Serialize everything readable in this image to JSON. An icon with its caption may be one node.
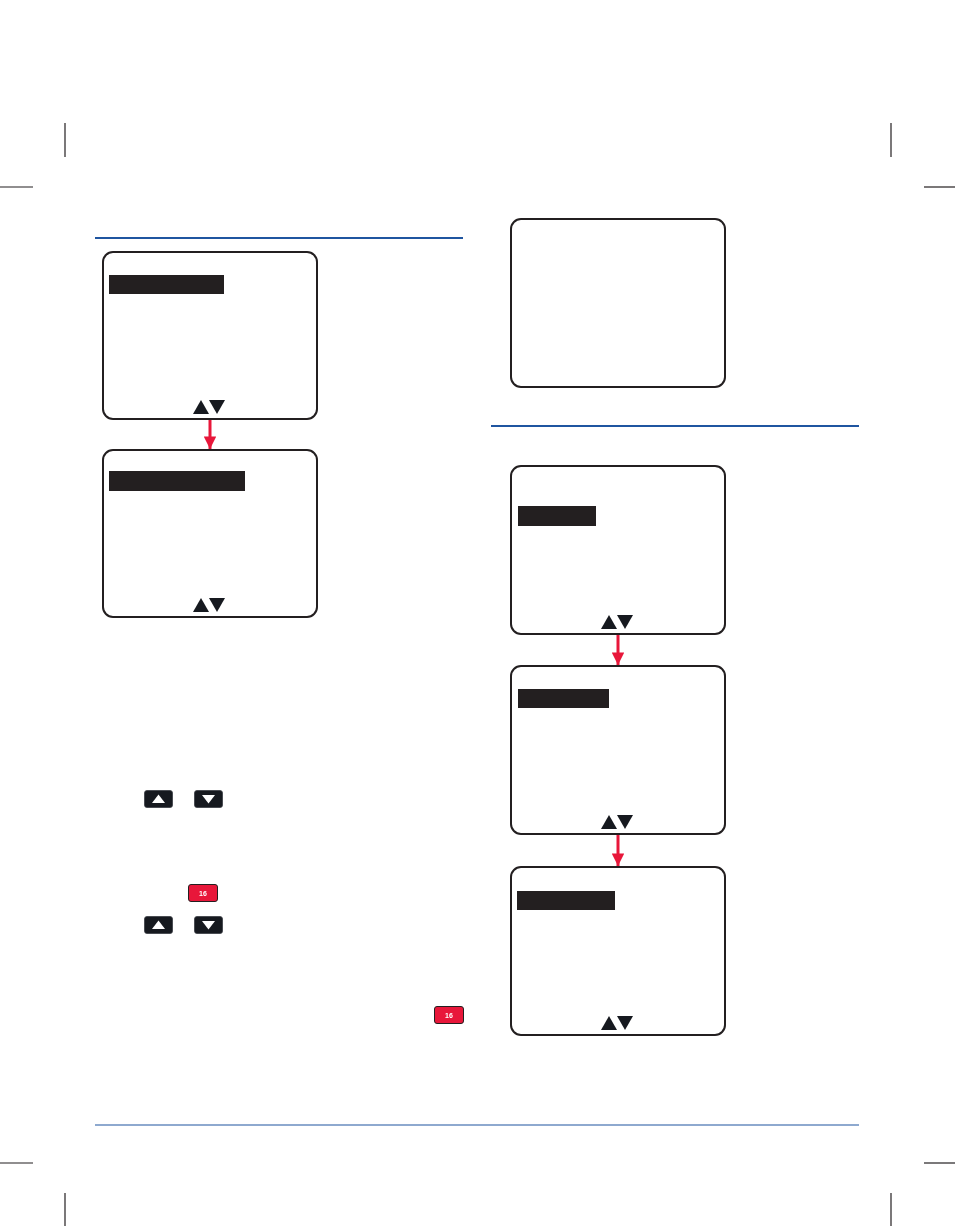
{
  "diagram": {
    "nodes": [
      {
        "text": [],
        "shape": "box"
      },
      {
        "text": [],
        "shape": "box"
      },
      {
        "text": [],
        "shape": "box"
      },
      {
        "text": [],
        "shape": "box"
      },
      {
        "text": [],
        "shape": "box"
      },
      {
        "text": [],
        "shape": "box"
      }
    ],
    "edges": [
      {
        "from": 0,
        "to": 1,
        "arrow": "to"
      },
      {
        "from": 3,
        "to": 4,
        "arrow": "to"
      },
      {
        "from": 4,
        "to": 5,
        "arrow": "to"
      }
    ],
    "labels": [
      "16",
      "16"
    ]
  }
}
